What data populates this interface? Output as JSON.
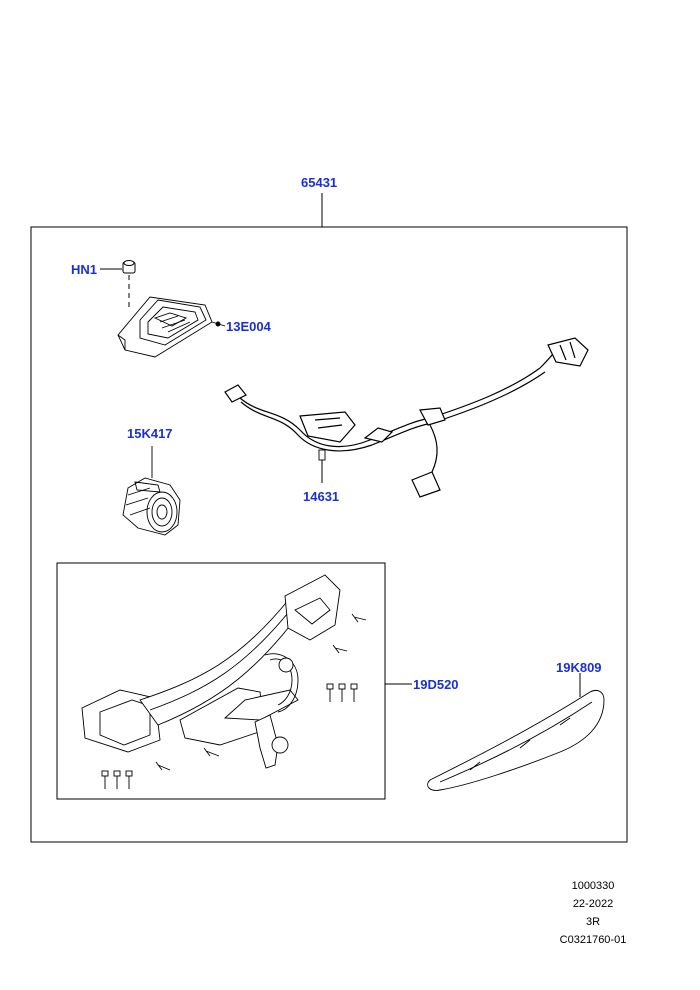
{
  "callouts": {
    "assembly": "65431",
    "nut": "HN1",
    "module": "13E004",
    "socket": "15K417",
    "harness": "14631",
    "towbar": "19D520",
    "cover": "19K809"
  },
  "meta": {
    "ref": "1000330",
    "date": "22-2022",
    "rev": "3R",
    "code": "C0321760-01"
  },
  "colors": {
    "callout": "#1a2fd6",
    "line": "#000000"
  }
}
